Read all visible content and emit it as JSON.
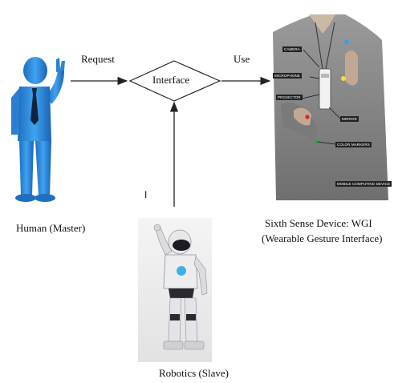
{
  "edges": {
    "request": "Request",
    "use": "Use"
  },
  "nodes": {
    "interface": "Interface",
    "human": "Human (Master)",
    "device_line1": "Sixth Sense Device: WGI",
    "device_line2": "(Wearable Gesture Interface)",
    "robot": "Robotics (Slave)"
  },
  "device_tags": {
    "camera": "CAMERA",
    "microphone": "MICROPHONE",
    "projector": "PROJECTOR",
    "mirror": "MIRROR",
    "color_markers": "COLOR MARKERS",
    "mobile": "MOBILE COMPUTING DEVICE"
  },
  "stray_mark": "I",
  "colors": {
    "human_blue": "#2f8fe0",
    "shirt_gray": "#8b8b8b",
    "arrow": "#222222"
  }
}
